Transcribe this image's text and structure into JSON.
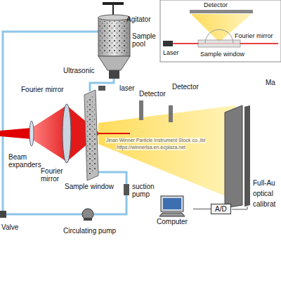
{
  "diagram": {
    "nodes": [
      {
        "text": [
          "A/D"
        ]
      },
      {
        "text": [
          "Computer"
        ]
      }
    ],
    "edges": [
      {
        "from": 1,
        "to": 0,
        "arrow": "none"
      }
    ],
    "labels": [
      "Detector",
      "Fourier mirror",
      "Laser",
      "Sample window",
      "Agitator",
      "Sample pool",
      "Ultrasonic",
      "Fourier mirror",
      "laser",
      "Detector",
      "Detector",
      "Ma",
      "Beam expanders",
      "Fourier mirror",
      "Sample window",
      "suction pump",
      "Valve",
      "Circulating pump",
      "Full-Au",
      "optical",
      "calibrat",
      "Jinan Winner Particle Instrument Stock co.,ltd",
      "https://winnerlsa.en.ecplaza.net"
    ]
  }
}
